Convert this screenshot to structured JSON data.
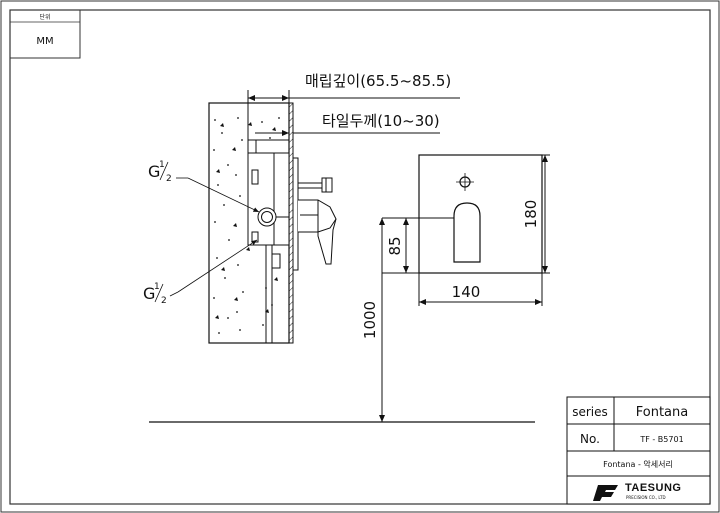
{
  "unit_box": {
    "label": "단위",
    "value": "MM"
  },
  "dimensions": {
    "embed_depth": "매립깊이(65.5~85.5)",
    "tile_thickness": "타일두께(10~30)",
    "width_140": "140",
    "height_180": "180",
    "height_85": "85",
    "height_1000": "1000"
  },
  "pipe_labels": {
    "upper": {
      "main": "G",
      "num": "1",
      "den": "2"
    },
    "lower": {
      "main": "G",
      "num": "1",
      "den": "2"
    }
  },
  "title_block": {
    "series_label": "series",
    "series_value": "Fontana",
    "no_label": "No.",
    "no_value": "TF - B5701",
    "description": "Fontana - 악세서리",
    "brand": "TAESUNG",
    "brand_sub": "PRECISION CO., LTD"
  }
}
